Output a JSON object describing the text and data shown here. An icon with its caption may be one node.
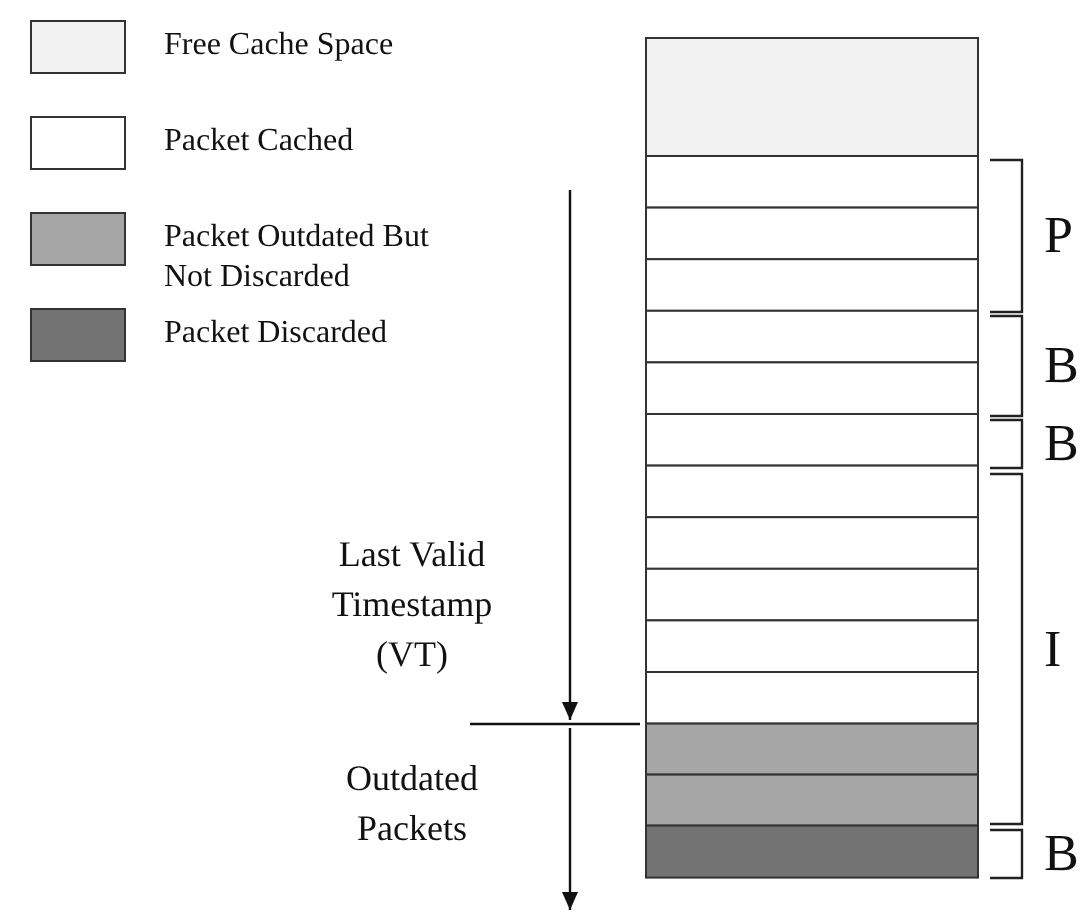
{
  "diagram": {
    "labels": [
      "P",
      "B",
      "B",
      "I",
      "B",
      "Last Valid Timestamp (VT)",
      "Outdated Packets"
    ],
    "legend": [
      {
        "text": "Free Cache Space",
        "color": "#f2f2f2"
      },
      {
        "text": "Packet Cached",
        "color": "#ffffff"
      },
      {
        "text": "Packet Outdated But Not Discarded",
        "color": "#a6a6a6"
      },
      {
        "text": "Packet Discarded",
        "color": "#737373"
      }
    ]
  }
}
